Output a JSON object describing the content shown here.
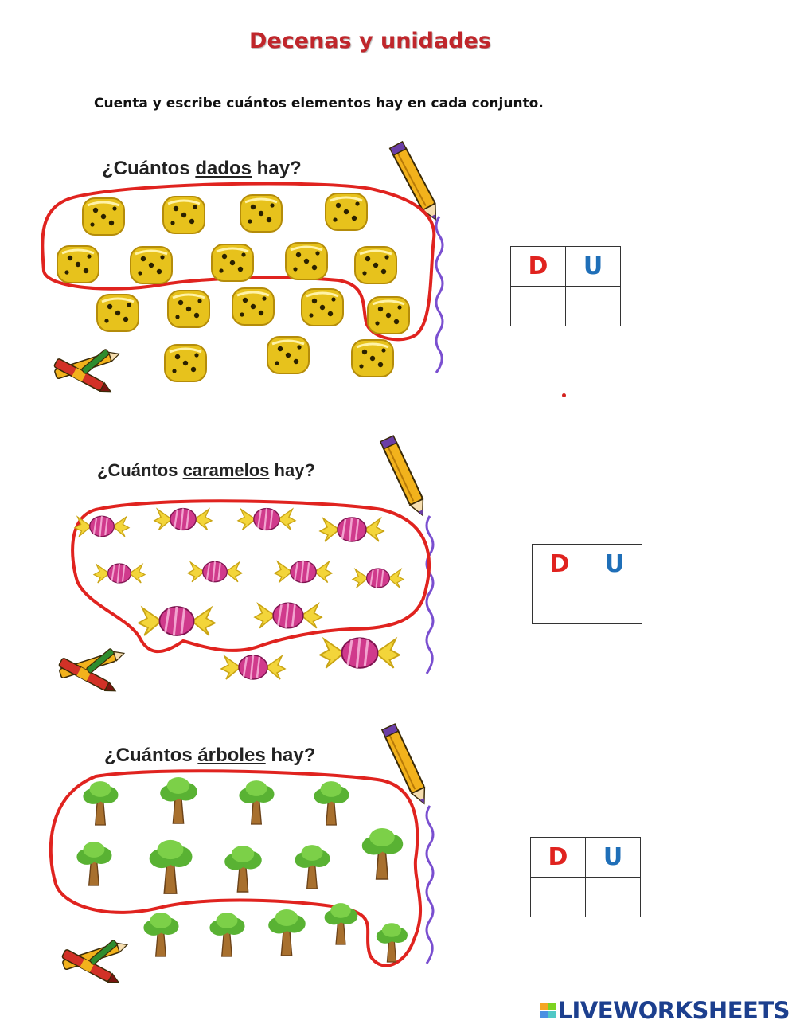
{
  "title": "Decenas y unidades",
  "instruction": "Cuenta y escribe cuántos elementos hay en cada conjunto.",
  "sections": [
    {
      "question_before": "¿Cuántos ",
      "question_word": "dados",
      "question_after": " hay?",
      "item_icon": "die-icon",
      "col_d": "D",
      "col_u": "U",
      "answer_d": "",
      "answer_u": ""
    },
    {
      "question_before": "¿Cuántos ",
      "question_word": "caramelos",
      "question_after": " hay?",
      "item_icon": "candy-icon",
      "col_d": "D",
      "col_u": "U",
      "answer_d": "",
      "answer_u": ""
    },
    {
      "question_before": "¿Cuántos ",
      "question_word": "árboles",
      "question_after": " hay?",
      "item_icon": "tree-icon",
      "col_d": "D",
      "col_u": "U",
      "answer_d": "",
      "answer_u": ""
    }
  ],
  "colors": {
    "title": "#c0262b",
    "d_letter": "#e0231f",
    "u_letter": "#1f6fb8",
    "loop": "#e0231f"
  },
  "brand": "LIVEWORKSHEETS"
}
